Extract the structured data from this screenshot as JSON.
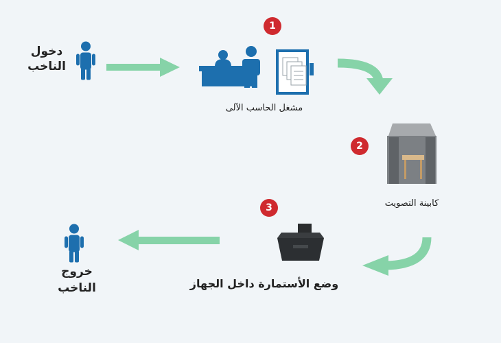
{
  "steps": {
    "enter": {
      "line1": "دخول",
      "line2": "الناخب"
    },
    "operator": {
      "label": "مشغل الحاسب الآلى",
      "badge": "1"
    },
    "booth": {
      "label": "كابينة التصويت",
      "badge": "2"
    },
    "ballot_box": {
      "label": "وضع الأستمارة داخل الجهاز",
      "badge": "3"
    },
    "exit": {
      "line1": "خروج",
      "line2": "الناخب"
    }
  },
  "colors": {
    "background": "#f1f5f8",
    "person": "#1d6fae",
    "arrow": "#86d3a8",
    "badge": "#cf2a2f"
  }
}
